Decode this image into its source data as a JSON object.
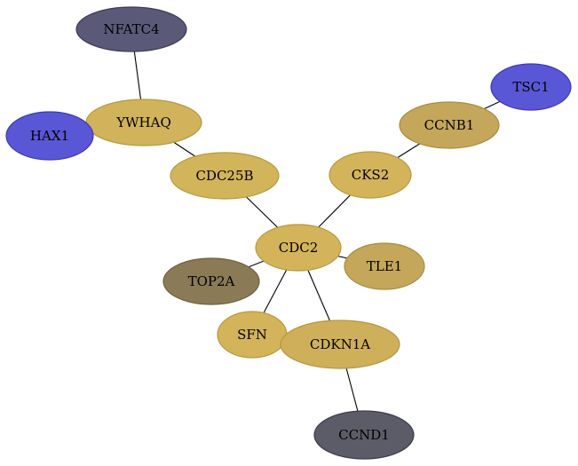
{
  "nodes": [
    {
      "id": "NFATC4",
      "label": "NFATC4",
      "fill": "#5a5a78",
      "stroke": "#3a3a58"
    },
    {
      "id": "YWHAQ",
      "label": "YWHAQ",
      "fill": "#d0b35a",
      "stroke": "#b8983e"
    },
    {
      "id": "HAX1",
      "label": "HAX1",
      "fill": "#5a57d6",
      "stroke": "#3c38b8"
    },
    {
      "id": "CDC25B",
      "label": "CDC25B",
      "fill": "#d2b45a",
      "stroke": "#b9993f"
    },
    {
      "id": "TSC1",
      "label": "TSC1",
      "fill": "#5a57d6",
      "stroke": "#3c38b8"
    },
    {
      "id": "CCNB1",
      "label": "CCNB1",
      "fill": "#c4a75a",
      "stroke": "#a98c3f"
    },
    {
      "id": "CKS2",
      "label": "CKS2",
      "fill": "#d3b45a",
      "stroke": "#b9993f"
    },
    {
      "id": "CDC2",
      "label": "CDC2",
      "fill": "#d3b45a",
      "stroke": "#b9993f"
    },
    {
      "id": "TLE1",
      "label": "TLE1",
      "fill": "#c4a75a",
      "stroke": "#a98c3f"
    },
    {
      "id": "TOP2A",
      "label": "TOP2A",
      "fill": "#8a7a55",
      "stroke": "#6e6040"
    },
    {
      "id": "SFN",
      "label": "SFN",
      "fill": "#d3b45a",
      "stroke": "#b9993f"
    },
    {
      "id": "CDKN1A",
      "label": "CDKN1A",
      "fill": "#cfb05a",
      "stroke": "#b5963f"
    },
    {
      "id": "CCND1",
      "label": "CCND1",
      "fill": "#5c5c68",
      "stroke": "#3c3c48"
    }
  ],
  "edges": [
    {
      "source": "NFATC4",
      "target": "YWHAQ"
    },
    {
      "source": "YWHAQ",
      "target": "CDC25B"
    },
    {
      "source": "CDC25B",
      "target": "CDC2"
    },
    {
      "source": "TSC1",
      "target": "CCNB1"
    },
    {
      "source": "CCNB1",
      "target": "CKS2"
    },
    {
      "source": "CKS2",
      "target": "CDC2"
    },
    {
      "source": "CDC2",
      "target": "TLE1"
    },
    {
      "source": "CDC2",
      "target": "TOP2A"
    },
    {
      "source": "CDC2",
      "target": "SFN"
    },
    {
      "source": "CDC2",
      "target": "CDKN1A"
    },
    {
      "source": "CDKN1A",
      "target": "CCND1"
    }
  ]
}
